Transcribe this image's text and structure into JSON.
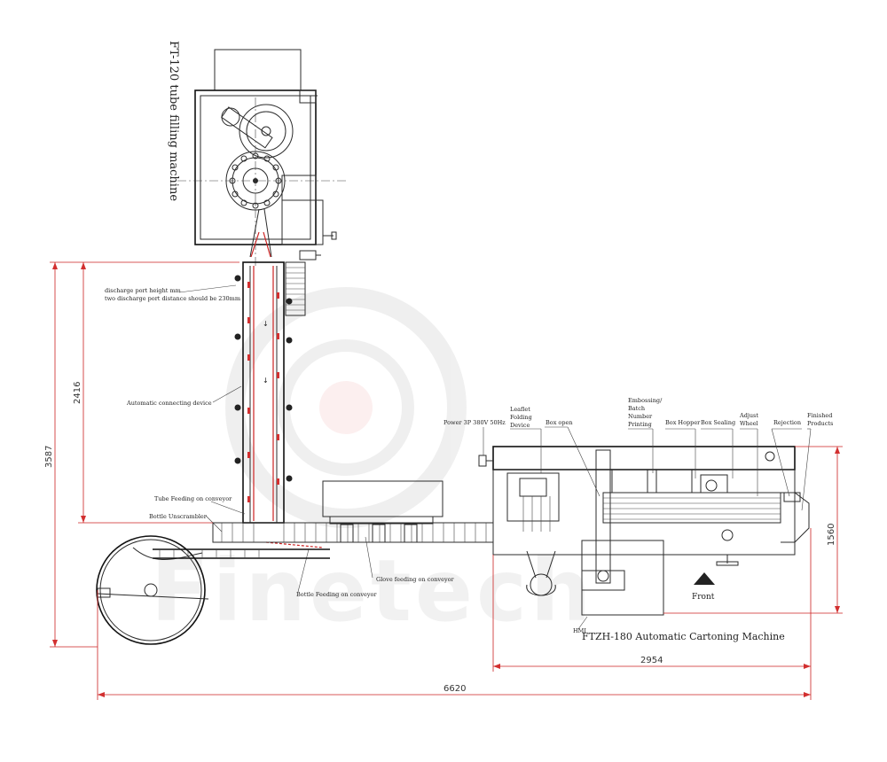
{
  "labels": {
    "tube_machine": "FT-120 tube filling machine",
    "discharge_height": "discharge port height mm",
    "discharge_distance": "two discharge port distance should be 230mm",
    "auto_connect": "Automatic connecting device",
    "tube_feeding": "Tube Feeding on conveyor",
    "bottle_unscrambler": "Bottle Unscrambler",
    "bottle_feeding": "Bottle Feeding on conveyor",
    "glove_feeding": "Glove feeding on conveyor",
    "power": "Power 3P 380V 50Hz",
    "leaflet": [
      "Leaflet",
      "Folding",
      "Device"
    ],
    "box_open": "Box open",
    "embossing": [
      "Embossing/",
      "Batch",
      "Number",
      "Printing"
    ],
    "box_hopper": "Box Hopper",
    "box_sealing": "Box Sealing",
    "adjust_wheel": [
      "Adjust",
      "Wheel"
    ],
    "rejection": "Rejection",
    "finished": [
      "Finished",
      "Products"
    ],
    "front": "Front",
    "hmi": "HMI",
    "cartoning_machine": "FTZH-180 Automatic Cartoning Machine"
  },
  "dimensions": {
    "d_2416": "2416",
    "d_3587": "3587",
    "d_1560": "1560",
    "d_2954": "2954",
    "d_6620": "6620"
  },
  "watermark": "Finetech"
}
